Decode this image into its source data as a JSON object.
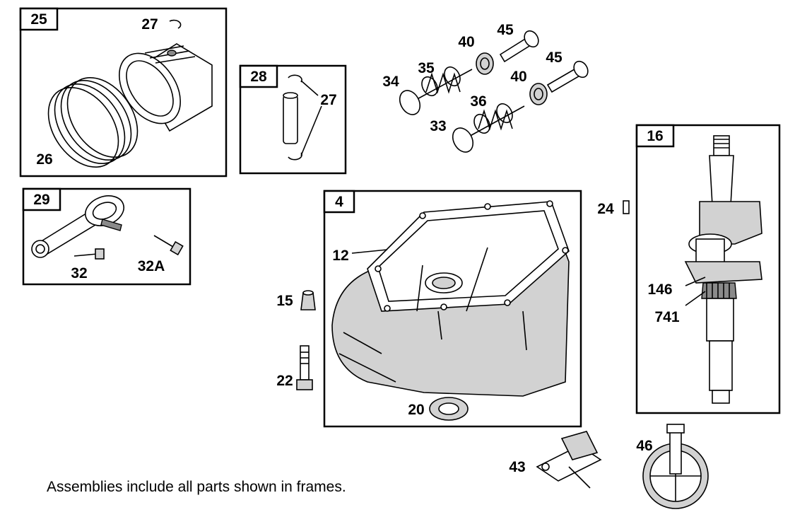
{
  "frames": [
    {
      "id": "25",
      "part": "piston assembly"
    },
    {
      "id": "28",
      "part": "piston pin assembly"
    },
    {
      "id": "29",
      "part": "connecting rod assembly"
    },
    {
      "id": "4",
      "part": "cylinder block assembly"
    },
    {
      "id": "16",
      "part": "crankshaft assembly"
    }
  ],
  "callouts": {
    "c25": "25",
    "c27a": "27",
    "c26": "26",
    "c28": "28",
    "c27b": "27",
    "c29": "29",
    "c32": "32",
    "c32a": "32A",
    "c34": "34",
    "c35": "35",
    "c40a": "40",
    "c45a": "45",
    "c45b": "45",
    "c40b": "40",
    "c36": "36",
    "c33": "33",
    "c16": "16",
    "c24": "24",
    "c146": "146",
    "c741": "741",
    "c4": "4",
    "c12": "12",
    "c15": "15",
    "c22": "22",
    "c20": "20",
    "c43": "43",
    "c46": "46"
  },
  "footer_note": "Assemblies include all parts shown in frames."
}
